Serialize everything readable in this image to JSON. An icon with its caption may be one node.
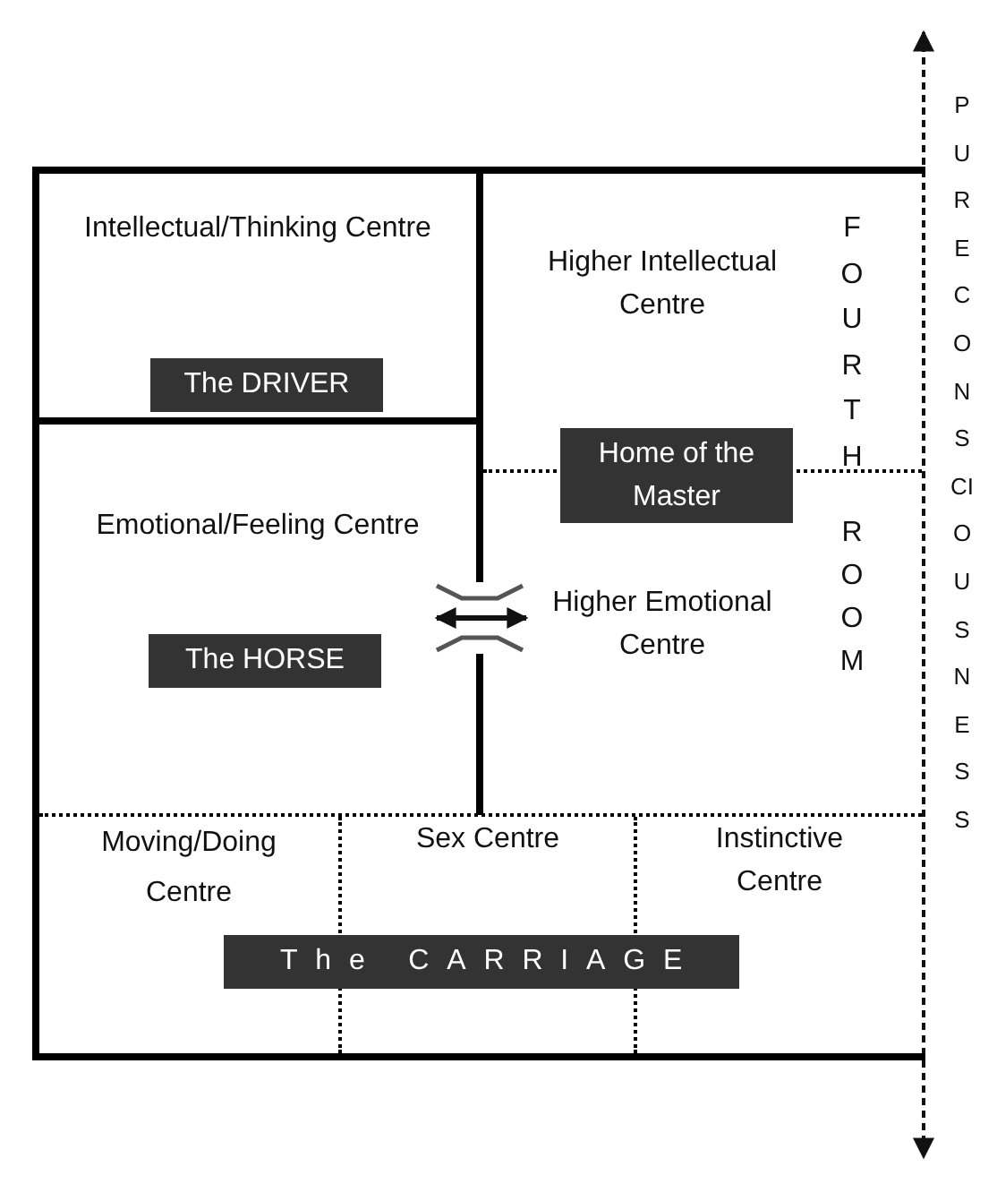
{
  "diagram": {
    "nodes": [
      {
        "text": [],
        "shape": "box"
      },
      {
        "text": [
          "Intellectual/Thinking Centre"
        ],
        "in": 0
      },
      {
        "text": [
          "The DRIVER"
        ],
        "in": 1
      },
      {
        "text": [
          "Higher Intellectual Centre"
        ],
        "in": 0
      },
      {
        "text": [
          "Home of the Master"
        ],
        "in": 0
      },
      {
        "text": [
          "Emotional/Feeling Centre"
        ],
        "in": 0
      },
      {
        "text": [
          "The HORSE"
        ],
        "in": 5
      },
      {
        "text": [
          "Higher Emotional Centre"
        ],
        "in": 0
      },
      {
        "text": [
          "Moving/Doing Centre"
        ],
        "in": 0
      },
      {
        "text": [
          "Sex Centre"
        ],
        "in": 0
      },
      {
        "text": [
          "Instinctive Centre"
        ],
        "in": 0
      },
      {
        "text": [
          "The CARRIAGE"
        ],
        "in": 0
      }
    ],
    "edges": [
      {
        "from": 5,
        "to": 7,
        "arrow": "both"
      }
    ],
    "labels": [
      "FOURTH",
      "ROOM",
      "PURE CONSCIOUSNESS"
    ]
  }
}
